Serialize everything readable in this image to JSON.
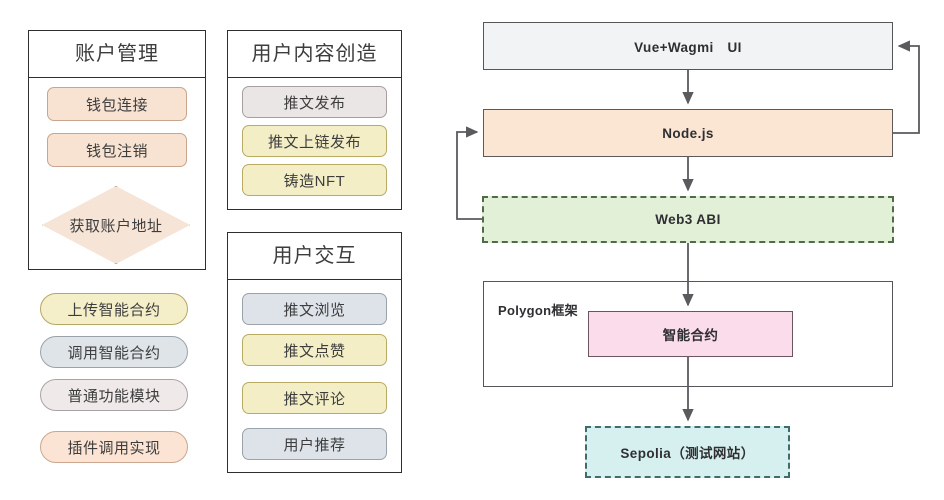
{
  "left_panels": [
    {
      "name": "account-management",
      "title": "账户管理",
      "items": [
        {
          "label": "钱包连接",
          "shape": "rect",
          "color": "peach"
        },
        {
          "label": "钱包注销",
          "shape": "rect",
          "color": "peach"
        },
        {
          "label": "获取账户地址",
          "shape": "diamond",
          "color": "peach"
        }
      ]
    },
    {
      "name": "user-content-creation",
      "title": "用户内容创造",
      "items": [
        {
          "label": "推文发布",
          "shape": "rect",
          "color": "gray-pink"
        },
        {
          "label": "推文上链发布",
          "shape": "rect",
          "color": "yellow"
        },
        {
          "label": "铸造NFT",
          "shape": "rect",
          "color": "yellow"
        }
      ]
    },
    {
      "name": "user-interaction",
      "title": "用户交互",
      "items": [
        {
          "label": "推文浏览",
          "shape": "rect",
          "color": "blue-gray"
        },
        {
          "label": "推文点赞",
          "shape": "rect",
          "color": "yellow"
        },
        {
          "label": "推文评论",
          "shape": "rect",
          "color": "yellow"
        },
        {
          "label": "用户推荐",
          "shape": "rect",
          "color": "blue-gray"
        }
      ]
    }
  ],
  "legend_pills": [
    {
      "label": "上传智能合约",
      "color": "yellow"
    },
    {
      "label": "调用智能合约",
      "color": "blue-gray"
    },
    {
      "label": "普通功能模块",
      "color": "gray-pink"
    },
    {
      "label": "插件调用实现",
      "color": "peach"
    }
  ],
  "architecture": {
    "nodes": [
      {
        "name": "frontend-ui",
        "label": "Vue+Wagmi　UI",
        "style": "gray-solid"
      },
      {
        "name": "backend-node",
        "label": "Node.js",
        "style": "peach-solid"
      },
      {
        "name": "web3-abi",
        "label": "Web3 ABI",
        "style": "green-dashed"
      },
      {
        "name": "polygon-framework",
        "label": "Polygon框架",
        "style": "plain-solid"
      },
      {
        "name": "smart-contract",
        "label": "智能合约",
        "style": "pink-solid"
      },
      {
        "name": "sepolia-network",
        "label": "Sepolia（测试网站）",
        "style": "cyan-dashed"
      }
    ]
  },
  "colors": {
    "peach_fill": "#f8e2d2",
    "yellow_fill": "#f3eec6",
    "blue_gray_fill": "#dde3e9",
    "gray_pink_fill": "#ebe6e6",
    "arch_gray_fill": "#f2f3f4",
    "arch_peach_fill": "#fbe6d4",
    "arch_green_fill": "#e3f0d8",
    "arch_pink_fill": "#fadceb",
    "arch_cyan_fill": "#d6f0ef",
    "stroke": "#5a5a5f"
  }
}
